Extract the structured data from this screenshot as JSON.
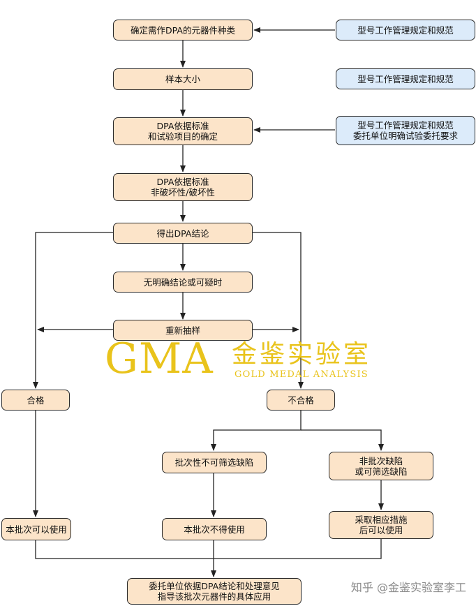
{
  "nodes": {
    "determine_components": "确定需作DPA的元器件种类",
    "spec_1": "型号工作管理规定和规范",
    "sample_size": "样本大小",
    "spec_2": "型号工作管理规定和规范",
    "dpa_basis_items": "DPA依据标准\n和试验项目的确定",
    "spec_3": "型号工作管理规定和规范\n委托单位明确试验委托要求",
    "dpa_basis_nature": "DPA依据标准\n非破坏性/破坏性",
    "dpa_conclusion": "得出DPA结论",
    "no_clear_conclusion": "无明确结论或可疑时",
    "resample": "重新抽样",
    "pass": "合格",
    "fail": "不合格",
    "batch_defect": "批次性不可筛选缺陷",
    "non_batch_defect": "非批次缺陷\n或可筛选缺陷",
    "batch_usable": "本批次可以使用",
    "batch_not_usable": "本批次不得使用",
    "measures_then_usable": "采取相应措施\n后可以使用",
    "client_guidance": "委托单位依据DPA结论和处理意见\n指导该批次元器件的具体应用"
  },
  "watermark": {
    "logo": "GMA",
    "name_cn": "金鉴实验室",
    "name_en": "GOLD MEDAL ANALYSIS"
  },
  "credit": "知乎 @金鉴实验室李工",
  "colors": {
    "process_fill": "#fce4c9",
    "reference_fill": "#dcebfa",
    "watermark": "#e9c31b"
  }
}
